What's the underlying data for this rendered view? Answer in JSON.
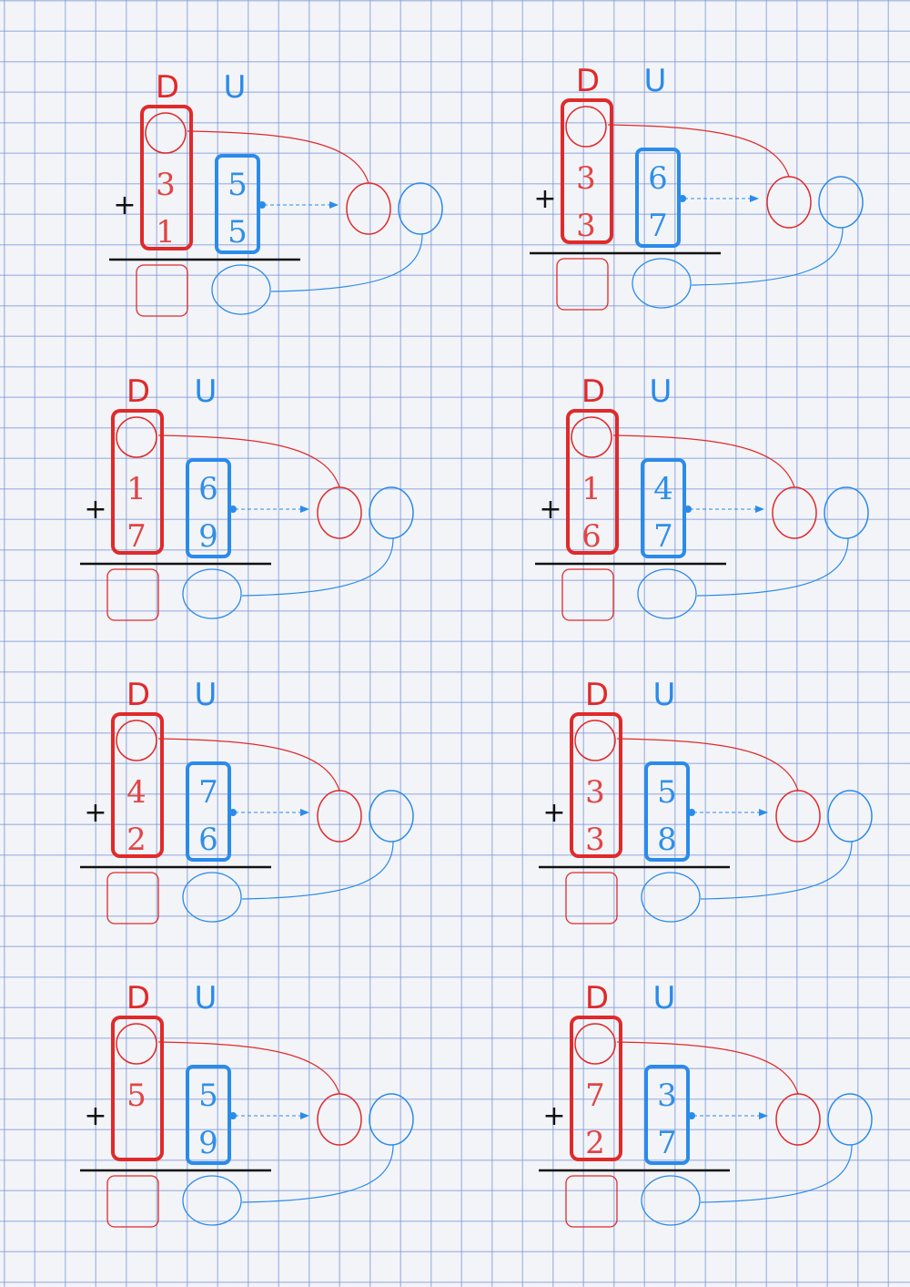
{
  "worksheet": {
    "problems": [
      {
        "tens_label": "D",
        "units_label": "U",
        "operator": "+",
        "top_tens": "3",
        "top_units": "5",
        "bottom_tens": "1",
        "bottom_units": "5"
      },
      {
        "tens_label": "D",
        "units_label": "U",
        "operator": "+",
        "top_tens": "3",
        "top_units": "6",
        "bottom_tens": "3",
        "bottom_units": "7"
      },
      {
        "tens_label": "D",
        "units_label": "U",
        "operator": "+",
        "top_tens": "1",
        "top_units": "6",
        "bottom_tens": "7",
        "bottom_units": "9"
      },
      {
        "tens_label": "D",
        "units_label": "U",
        "operator": "+",
        "top_tens": "1",
        "top_units": "4",
        "bottom_tens": "6",
        "bottom_units": "7"
      },
      {
        "tens_label": "D",
        "units_label": "U",
        "operator": "+",
        "top_tens": "4",
        "top_units": "7",
        "bottom_tens": "2",
        "bottom_units": "6"
      },
      {
        "tens_label": "D",
        "units_label": "U",
        "operator": "+",
        "top_tens": "3",
        "top_units": "5",
        "bottom_tens": "3",
        "bottom_units": "8"
      },
      {
        "tens_label": "D",
        "units_label": "U",
        "operator": "+",
        "top_tens": "5",
        "top_units": "5",
        "bottom_tens": "",
        "bottom_units": "9"
      },
      {
        "tens_label": "D",
        "units_label": "U",
        "operator": "+",
        "top_tens": "7",
        "top_units": "3",
        "bottom_tens": "2",
        "bottom_units": "7"
      }
    ]
  },
  "colors": {
    "tens": "#e02a2a",
    "units": "#2a8bea",
    "grid": "#7896d7",
    "paper": "#f3f4f8"
  }
}
